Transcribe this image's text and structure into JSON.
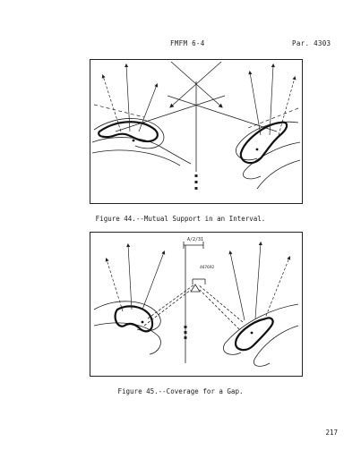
{
  "header": {
    "manual": "FMFM 6-4",
    "paragraph": "Par. 4303"
  },
  "figure44": {
    "caption": "Figure 44.--Mutual Support in an Interval."
  },
  "figure45": {
    "caption": "Figure 45.--Coverage for a Gap.",
    "unit_label": "A/2/31",
    "grid_label": "467692"
  },
  "page_number": "217"
}
